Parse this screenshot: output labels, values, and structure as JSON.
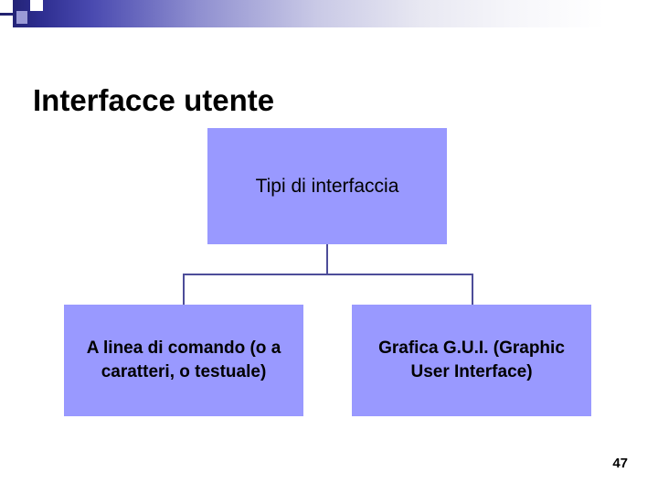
{
  "slide": {
    "title": "Interfacce utente",
    "page_number": "47",
    "accent_color": "#9999ff",
    "banner_color": "#1f1f6b",
    "connector_color": "#4d4d99"
  },
  "diagram": {
    "root": {
      "label": "Tipi di interfaccia"
    },
    "children": [
      {
        "label": "A linea di comando (o a caratteri, o testuale)"
      },
      {
        "label": "Grafica G.U.I. (Graphic User Interface)"
      }
    ]
  }
}
